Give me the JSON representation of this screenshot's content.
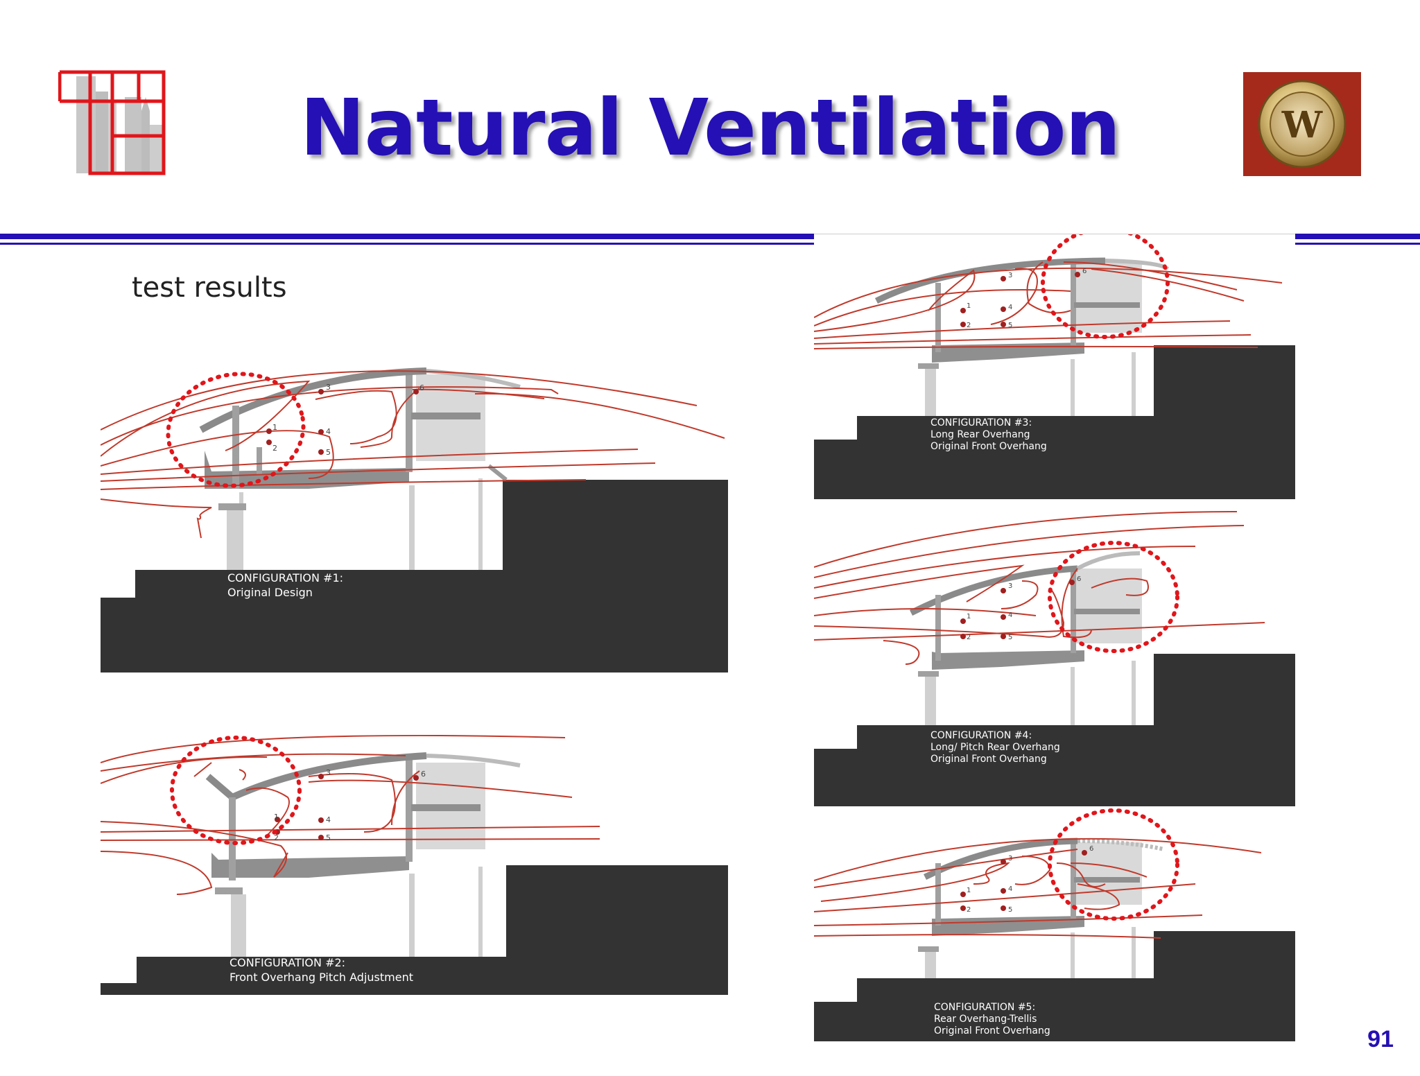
{
  "slide": {
    "title": "Natural Ventilation",
    "subtitle": "test results",
    "page_number": "91",
    "colors": {
      "title": "#2410b4",
      "rule": "#2410b4",
      "airflow": "#c0392b",
      "highlight": "#e0161b",
      "terrain": "#333333"
    }
  },
  "panels": [
    {
      "id": "config-1",
      "label": "CONFIGURATION #1:",
      "lines": [
        "Original Design"
      ]
    },
    {
      "id": "config-2",
      "label": "CONFIGURATION #2:",
      "lines": [
        "Front Overhang Pitch Adjustment"
      ]
    },
    {
      "id": "config-3",
      "label": "CONFIGURATION #3:",
      "lines": [
        "Long Rear Overhang",
        "Original Front Overhang"
      ]
    },
    {
      "id": "config-4",
      "label": "CONFIGURATION #4:",
      "lines": [
        "Long/ Pitch Rear Overhang",
        "Original Front Overhang"
      ]
    },
    {
      "id": "config-5",
      "label": "CONFIGURATION #5:",
      "lines": [
        "Rear Overhang-Trellis",
        "Original Front Overhang"
      ]
    }
  ],
  "sensor_points": [
    "1",
    "2",
    "3",
    "4",
    "5",
    "6"
  ],
  "icons": {
    "left_logo": "city-skyline-logo",
    "right_logo": "medallion-logo"
  }
}
